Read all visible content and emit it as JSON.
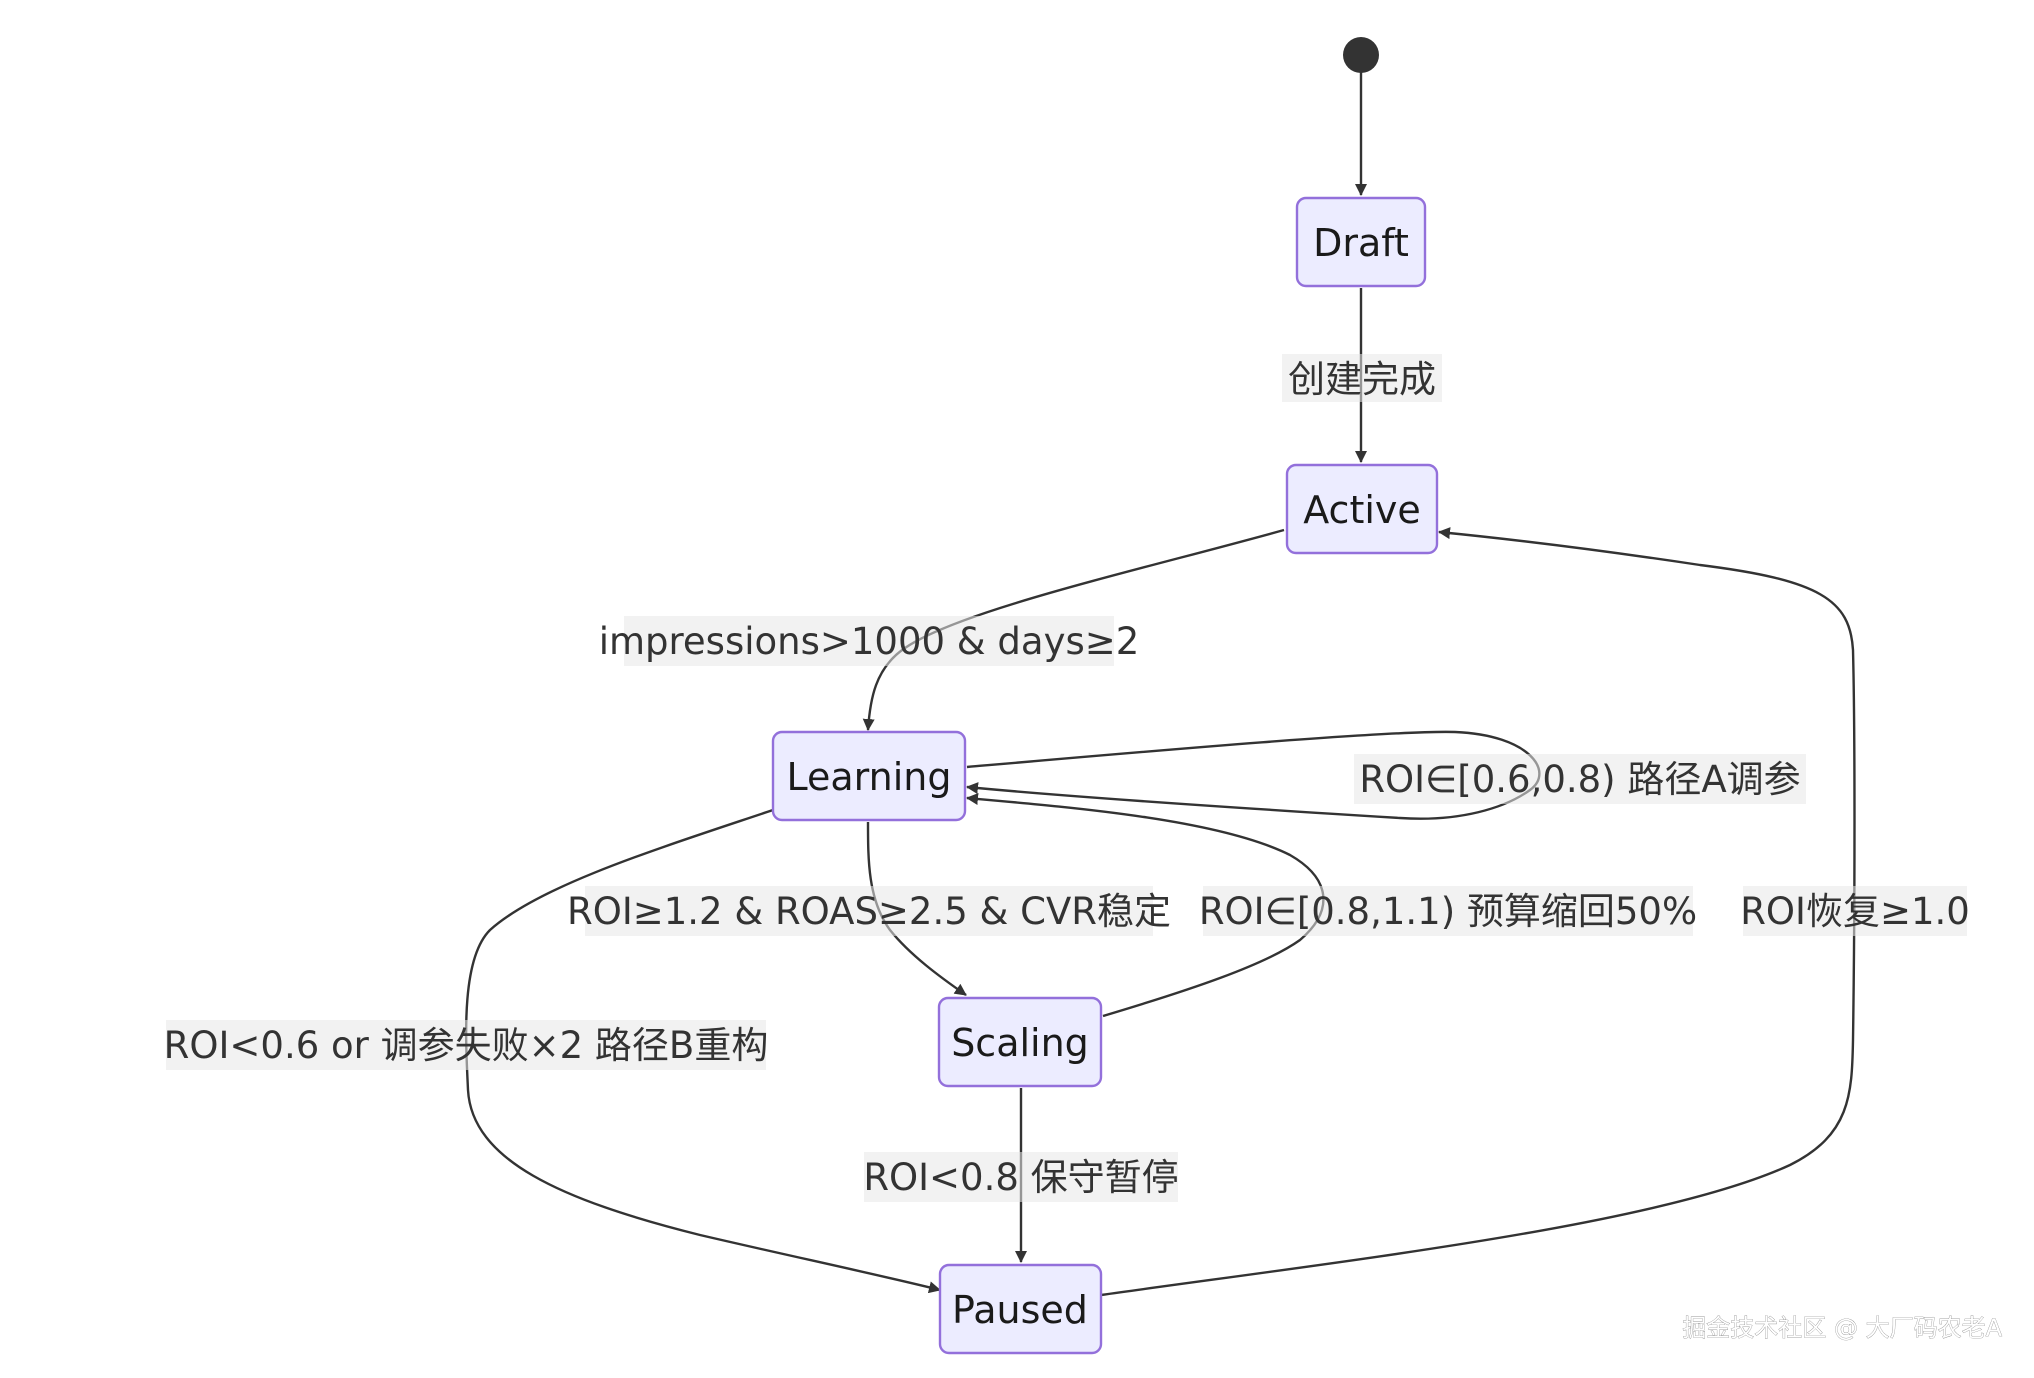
{
  "states": {
    "draft": "Draft",
    "active": "Active",
    "learning": "Learning",
    "scaling": "Scaling",
    "paused": "Paused"
  },
  "transitions": {
    "draft_to_active": "创建完成",
    "active_to_learning": "impressions>1000 & days≥2",
    "learning_self": "ROI∈[0.6,0.8) 路径A调参",
    "learning_to_scaling": "ROI≥1.2 & ROAS≥2.5 & CVR稳定",
    "scaling_to_learning": "ROI∈[0.8,1.1) 预算缩回50%",
    "paused_to_active": "ROI恢复≥1.0",
    "learning_to_paused": "ROI<0.6 or 调参失败×2 路径B重构",
    "scaling_to_paused": "ROI<0.8 保守暂停"
  },
  "watermark": "掘金技术社区 @ 大厂码农老A",
  "colors": {
    "node_fill": "#ECECFF",
    "node_stroke": "#9370DB",
    "edge": "#333333",
    "start_dot": "#333333"
  }
}
